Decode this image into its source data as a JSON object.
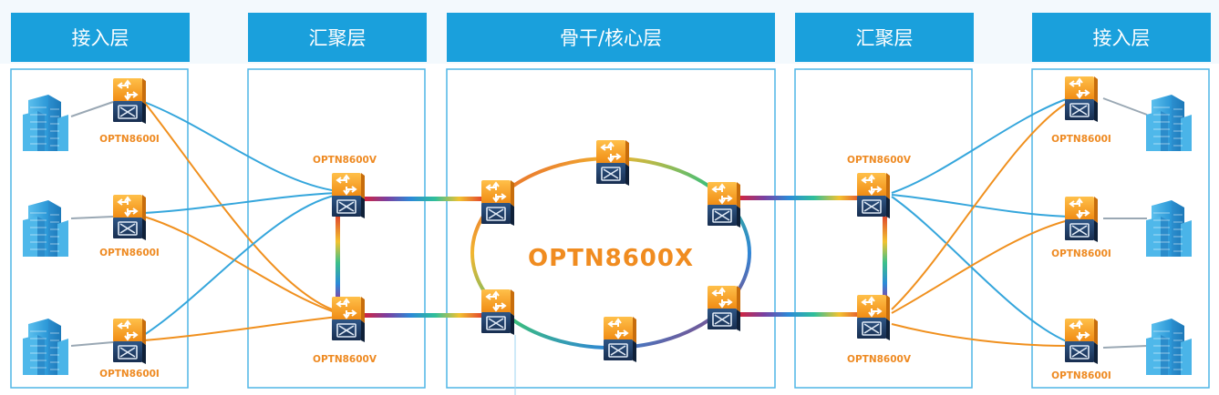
{
  "headers": {
    "access_left": "接入层",
    "agg_left": "汇聚层",
    "core": "骨干/核心层",
    "agg_right": "汇聚层",
    "access_right": "接入层"
  },
  "labels": {
    "access_left_1": "OPTN8600I",
    "access_left_2": "OPTN8600I",
    "access_left_3": "OPTN8600I",
    "agg_left_top": "OPTN8600V",
    "agg_left_bottom": "OPTN8600V",
    "core_ring": "OPTN8600X",
    "agg_right_top": "OPTN8600V",
    "agg_right_bottom": "OPTN8600V",
    "access_right_1": "OPTN8600I",
    "access_right_2": "OPTN8600I",
    "access_right_3": "OPTN8600I"
  },
  "icons": {
    "building": "building-icon",
    "switch": "switch-icon"
  },
  "colors": {
    "header_bg": "#1aa0dc",
    "panel_border": "#4fb6e6",
    "link_blue": "#35a6dc",
    "link_orange": "#f0901e",
    "label_orange": "#ee8a22",
    "switch_top": "#f5a623",
    "switch_bottom": "#1e3c64",
    "building": "#3aa8e0"
  }
}
